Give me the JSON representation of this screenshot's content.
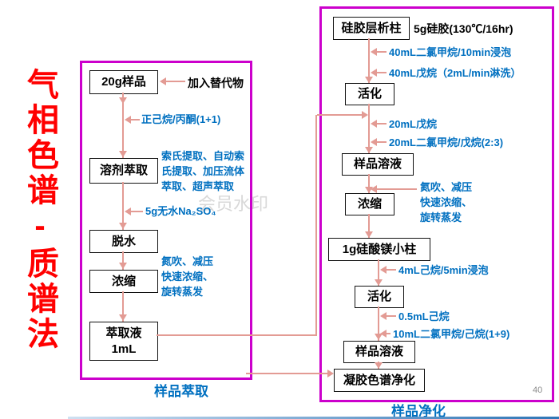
{
  "page": {
    "title": "气相色谱-质谱法",
    "watermark": "会员水印",
    "page_number": "40"
  },
  "colors": {
    "panel_border": "#cc00cc",
    "flow_arrow": "#e39b94",
    "annotation_text": "#0070c0",
    "title_text": "#ff0000",
    "section_label_text": "#0070c0"
  },
  "extraction": {
    "section_label": "样品萃取",
    "nodes": {
      "sample": "20g样品",
      "solvent_extraction": "溶剂萃取",
      "dehydration": "脱水",
      "concentration": "浓缩",
      "extract": "萃取液\n1mL"
    },
    "annotations": {
      "surrogate": "加入替代物",
      "solvent": "正己烷/丙酮(1+1)",
      "extraction_methods": "索氏提取、自动索\n氏提取、加压流体\n萃取、超声萃取",
      "drying_agent": "5g无水Na₂SO₄",
      "concentration_methods": "氮吹、减压\n快速浓缩、\n旋转蒸发"
    }
  },
  "purification": {
    "section_label": "样品净化",
    "silica": {
      "column": "硅胶层析柱",
      "column_note": "5g硅胶(130℃/16hr)",
      "soak": "40mL二氯甲烷/10min浸泡",
      "rinse": "40mL戊烷（2mL/min淋洗）",
      "activation": "活化",
      "eluent_1": "20mL戊烷",
      "eluent_2": "20mL二氯甲烷/戊烷(2:3)",
      "sample_solution": "样品溶液",
      "concentration": "浓缩",
      "concentration_methods": "氮吹、减压\n快速浓缩、\n旋转蒸发"
    },
    "florisil": {
      "column": "1g硅酸镁小柱",
      "soak": "4mL己烷/5min浸泡",
      "activation": "活化",
      "eluent_1": "0.5mL己烷",
      "eluent_2": "10mL二氯甲烷/己烷(1+9)",
      "sample_solution": "样品溶液",
      "gpc": "凝胶色谱净化"
    }
  }
}
